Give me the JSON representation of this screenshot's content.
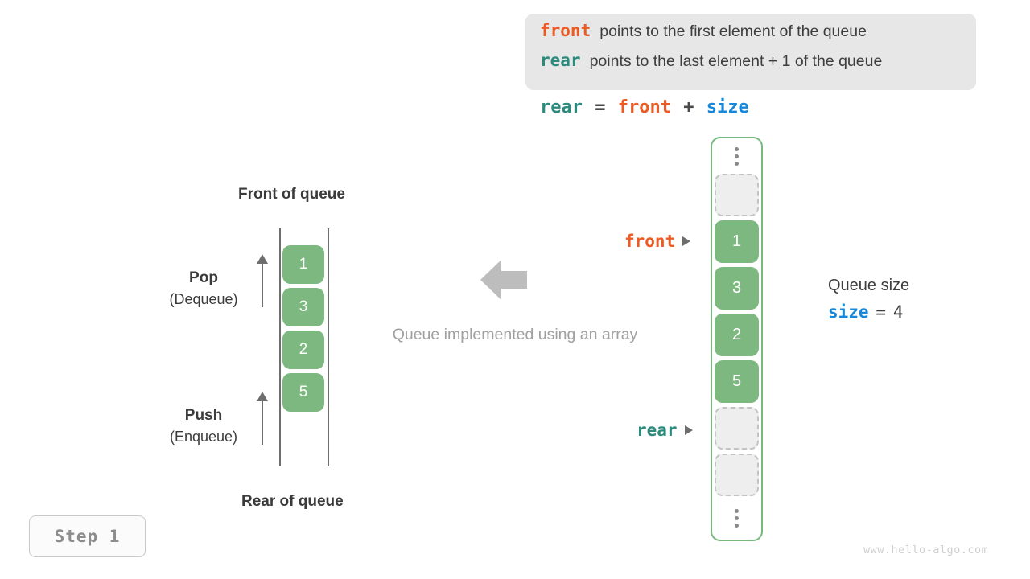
{
  "info_panel": {
    "lines": [
      {
        "keyword": "front",
        "keyword_color": "#ec5b23",
        "text": "points to the first element of the queue"
      },
      {
        "keyword": "rear",
        "keyword_color": "#2d8b7d",
        "text": "points to the last element + 1 of the queue"
      }
    ]
  },
  "formula": {
    "lhs": "rear",
    "eq": "=",
    "term1": "front",
    "plus": "+",
    "term2": "size"
  },
  "array": {
    "top_dots": "vertical-ellipsis",
    "bottom_dots": "vertical-ellipsis",
    "slots": [
      {
        "type": "empty",
        "value": ""
      },
      {
        "type": "filled",
        "value": "1"
      },
      {
        "type": "filled",
        "value": "3"
      },
      {
        "type": "filled",
        "value": "2"
      },
      {
        "type": "filled",
        "value": "5"
      },
      {
        "type": "empty",
        "value": ""
      },
      {
        "type": "empty",
        "value": ""
      }
    ],
    "pointers": {
      "front_label": "front",
      "rear_label": "rear"
    }
  },
  "size_note": {
    "title": "Queue size",
    "var": "size",
    "eq": "=",
    "value": "4"
  },
  "queue_tube": {
    "top_label": "Front of queue",
    "bottom_label": "Rear of queue",
    "items": [
      "1",
      "3",
      "2",
      "5"
    ],
    "pop": {
      "main": "Pop",
      "sub": "(Dequeue)"
    },
    "push": {
      "main": "Push",
      "sub": "(Enqueue)"
    }
  },
  "center": {
    "arrow": "left-arrow",
    "caption": "Queue implemented using an array"
  },
  "step_badge": "Step 1",
  "watermark": "www.hello-algo.com",
  "colors": {
    "front": "#ec5b23",
    "rear": "#2d8b7d",
    "size": "#1787d9",
    "element_green": "#7cb87f",
    "frame_green": "#78b87f",
    "empty_slot": "#eeeeee",
    "panel_bg": "#e7e7e7",
    "muted": "#a0a0a0"
  }
}
